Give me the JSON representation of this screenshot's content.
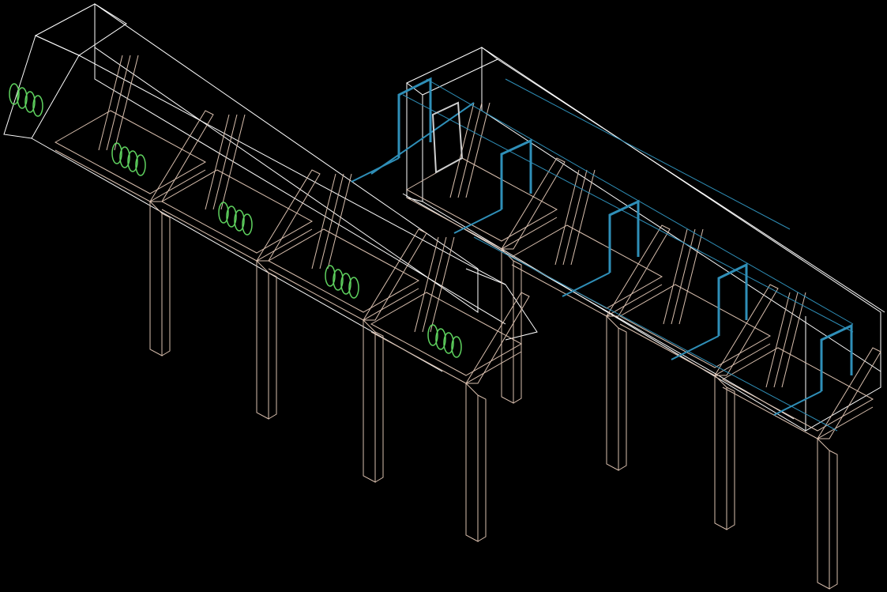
{
  "drawing": {
    "background": "#000000",
    "colors": {
      "structure": "#ffffff",
      "supports": "#d9bfae",
      "piping": "#2f8fb8",
      "coils": "#5fd35f",
      "frame_highlight": "#cfcfcf"
    },
    "support_count": 8,
    "coil_count": 5,
    "pipe_frame_count": 5
  }
}
